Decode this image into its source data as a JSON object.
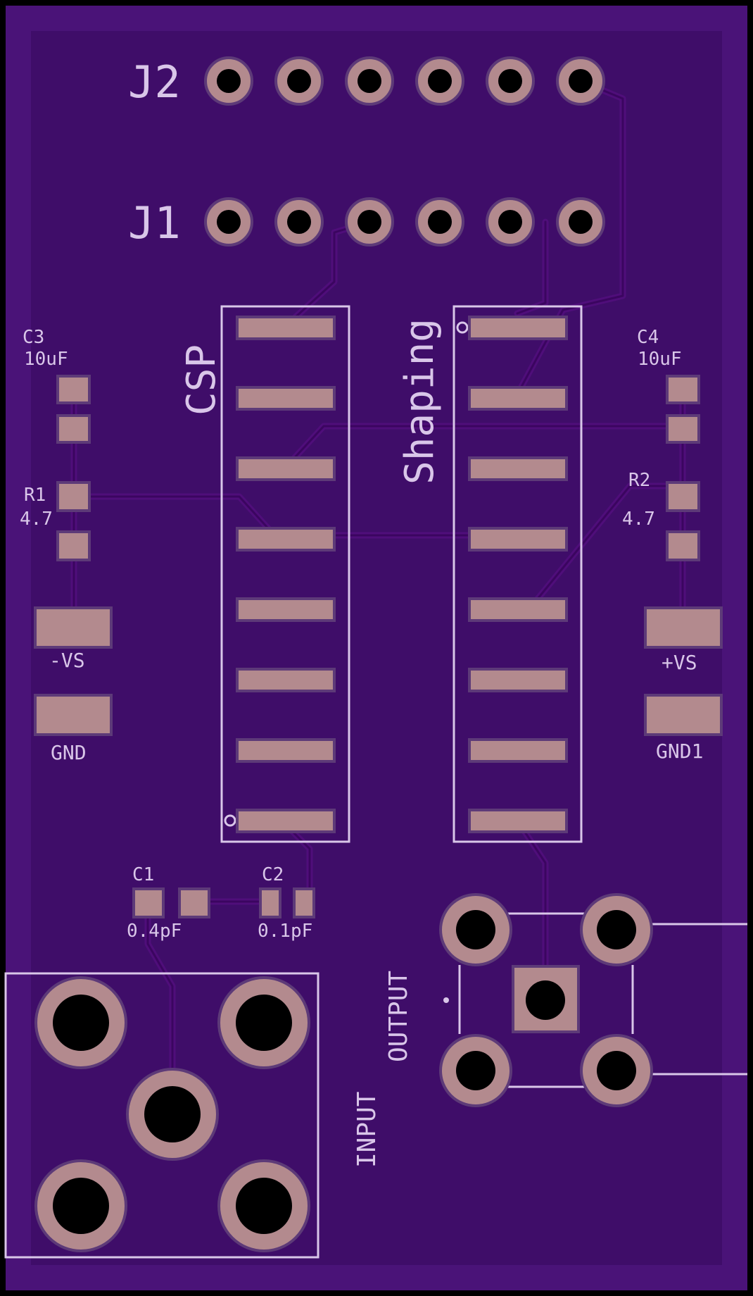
{
  "board": {
    "colors": {
      "border": "#000000",
      "substrate": "#430e6e",
      "copper_fill": "#3f0d69",
      "trace": "#4f0e7a",
      "pad": "#b38a8e",
      "silkscreen": "#d9c6e9",
      "drill": "#000000"
    }
  },
  "labels": {
    "j2": "J2",
    "j1": "J1",
    "csp": "CSP",
    "shaping": "Shaping",
    "c3_ref": "C3",
    "c3_val": "10uF",
    "c4_ref": "C4",
    "c4_val": "10uF",
    "r1_ref": "R1",
    "r1_val": "4.7",
    "r2_ref": "R2",
    "r2_val": "4.7",
    "neg_vs": "-VS",
    "pos_vs": "+VS",
    "gnd": "GND",
    "gnd1": "GND1",
    "c1_ref": "C1",
    "c1_val": "0.4pF",
    "c2_ref": "C2",
    "c2_val": "0.1pF",
    "output": "OUTPUT",
    "input": "INPUT"
  }
}
